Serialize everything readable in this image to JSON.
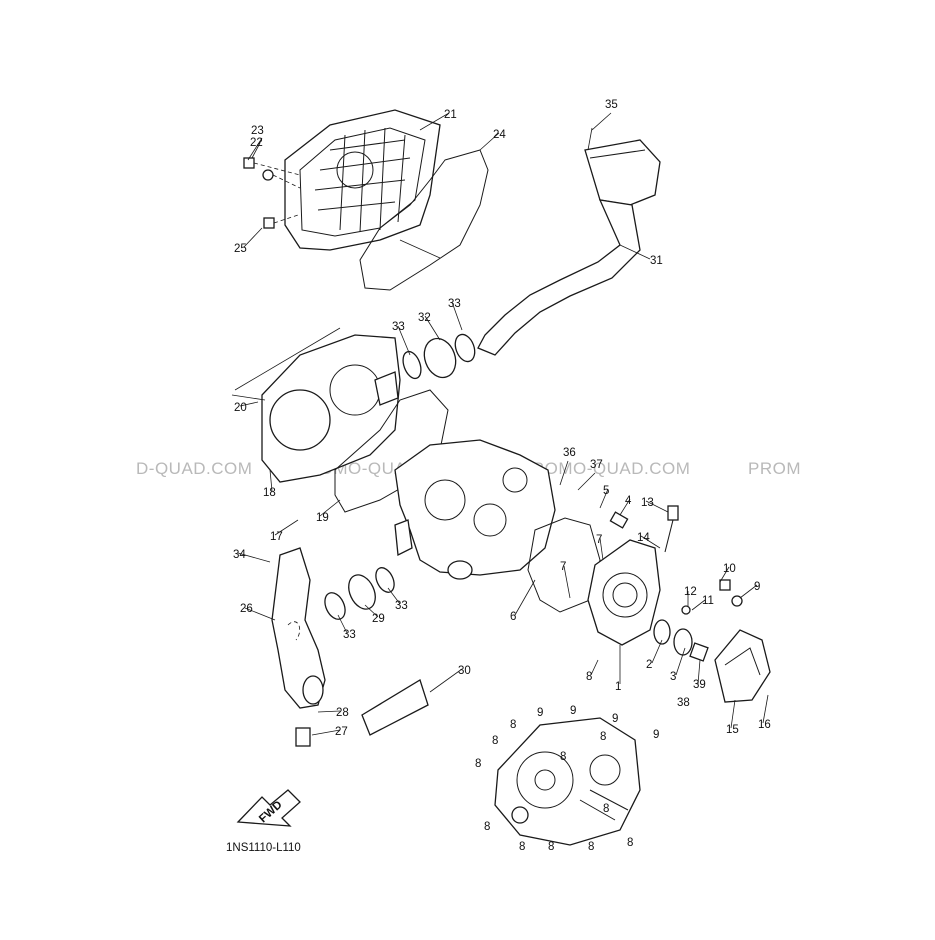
{
  "diagram_code": "1NS1110-L110",
  "fwd_label": "FWD",
  "watermarks": [
    "D-QUAD.COM",
    "PROMO-QUAD.COM",
    "PROMO-QUAD.COM",
    "PROM"
  ],
  "callouts": [
    "1",
    "2",
    "3",
    "4",
    "5",
    "6",
    "7",
    "7",
    "8",
    "8",
    "8",
    "8",
    "8",
    "8",
    "8",
    "8",
    "8",
    "8",
    "8",
    "8",
    "9",
    "9",
    "9",
    "9",
    "9",
    "10",
    "11",
    "12",
    "13",
    "14",
    "15",
    "16",
    "17",
    "18",
    "19",
    "20",
    "21",
    "22",
    "23",
    "24",
    "25",
    "26",
    "27",
    "28",
    "29",
    "30",
    "31",
    "32",
    "33",
    "33",
    "33",
    "33",
    "34",
    "35",
    "36",
    "37",
    "38",
    "39"
  ],
  "colors": {
    "line": "#1a1a1a",
    "watermark": "#b9b9b9",
    "background": "#ffffff"
  }
}
